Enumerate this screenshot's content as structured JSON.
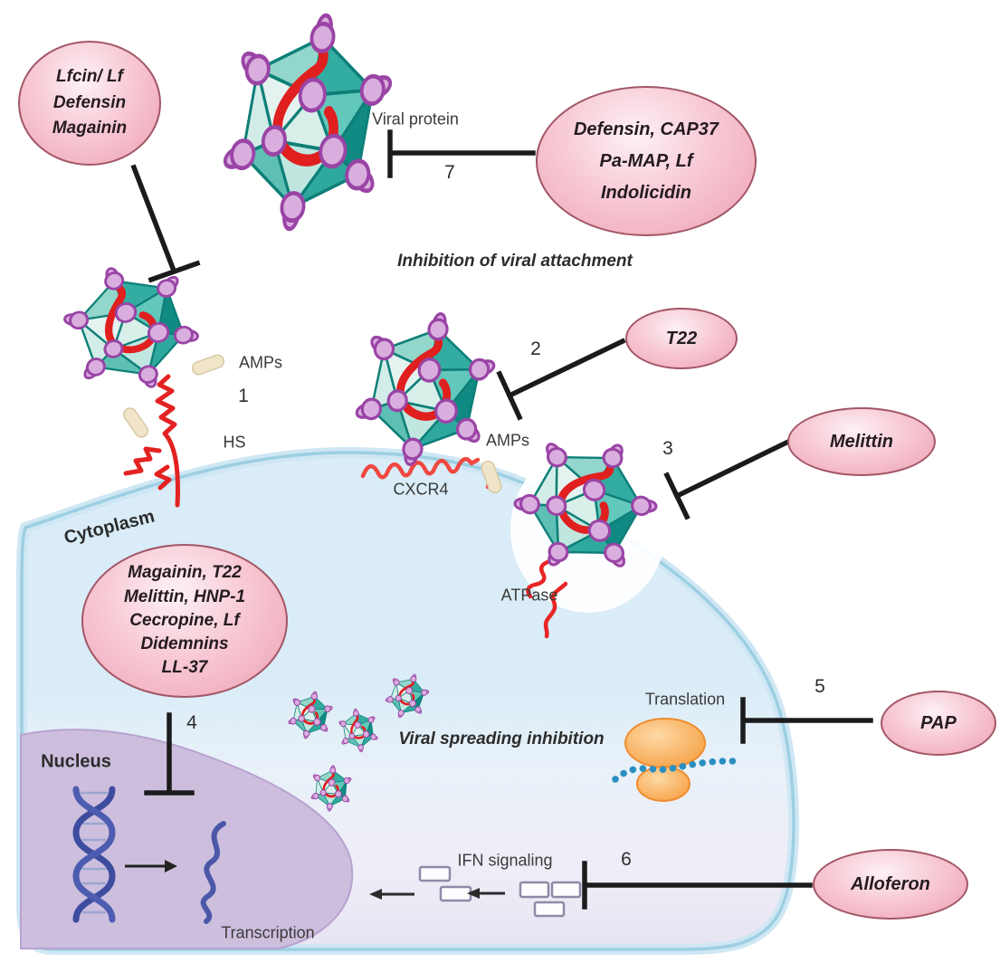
{
  "bubbles": {
    "lfcin": {
      "lines": [
        "Lfcin/ Lf",
        "Defensin",
        "Magainin"
      ]
    },
    "attachment": {
      "lines": [
        "Defensin, CAP37",
        "Pa-MAP, Lf",
        "Indolicidin"
      ]
    },
    "t22": {
      "lines": [
        "T22"
      ]
    },
    "melittin": {
      "lines": [
        "Melittin"
      ]
    },
    "intracellular": {
      "lines": [
        "Magainin, T22",
        "Melittin, HNP-1",
        "Cecropine, Lf",
        "Didemnins",
        "LL-37"
      ]
    },
    "pap": {
      "lines": [
        "PAP"
      ]
    },
    "alloferon": {
      "lines": [
        "Alloferon"
      ]
    }
  },
  "labels": {
    "viral_protein": "Viral protein",
    "inhibition_attachment": "Inhibition of viral attachment",
    "amps_left": "AMPs",
    "hs": "HS",
    "cytoplasm": "Cytoplasm",
    "amps_center": "AMPs",
    "cxcr4": "CXCR4",
    "atpase": "ATPase",
    "nucleus": "Nucleus",
    "transcription": "Transcription",
    "viral_spreading": "Viral spreading inhibition",
    "translation": "Translation",
    "ifn_signaling": "IFN signaling"
  },
  "numbers": {
    "n1": "1",
    "n2": "2",
    "n3": "3",
    "n4": "4",
    "n5": "5",
    "n6": "6",
    "n7": "7"
  },
  "colors": {
    "bubble_fill": "#f4b7c6",
    "bubble_border": "#a25666",
    "capsid_teal": "#2aa79c",
    "capsid_dark": "#108a82",
    "capsid_light": "#d8efea",
    "vertex_knob_purple": "#d9aede",
    "genome_red": "#e01f1f",
    "inhibitor_line_black": "#1b1b1b",
    "cell_membrane_blue": "#9ccfe2",
    "cell_fill_blue": "#ddeef8",
    "nucleus_purple": "#cdbede",
    "ribosome_orange": "#f79b3a",
    "mrna_blue": "#2a8fc0",
    "dna_blue": "#3d4c9e",
    "amp_capsule_cream": "#f0e4c9",
    "receptor_red": "#f04840"
  }
}
